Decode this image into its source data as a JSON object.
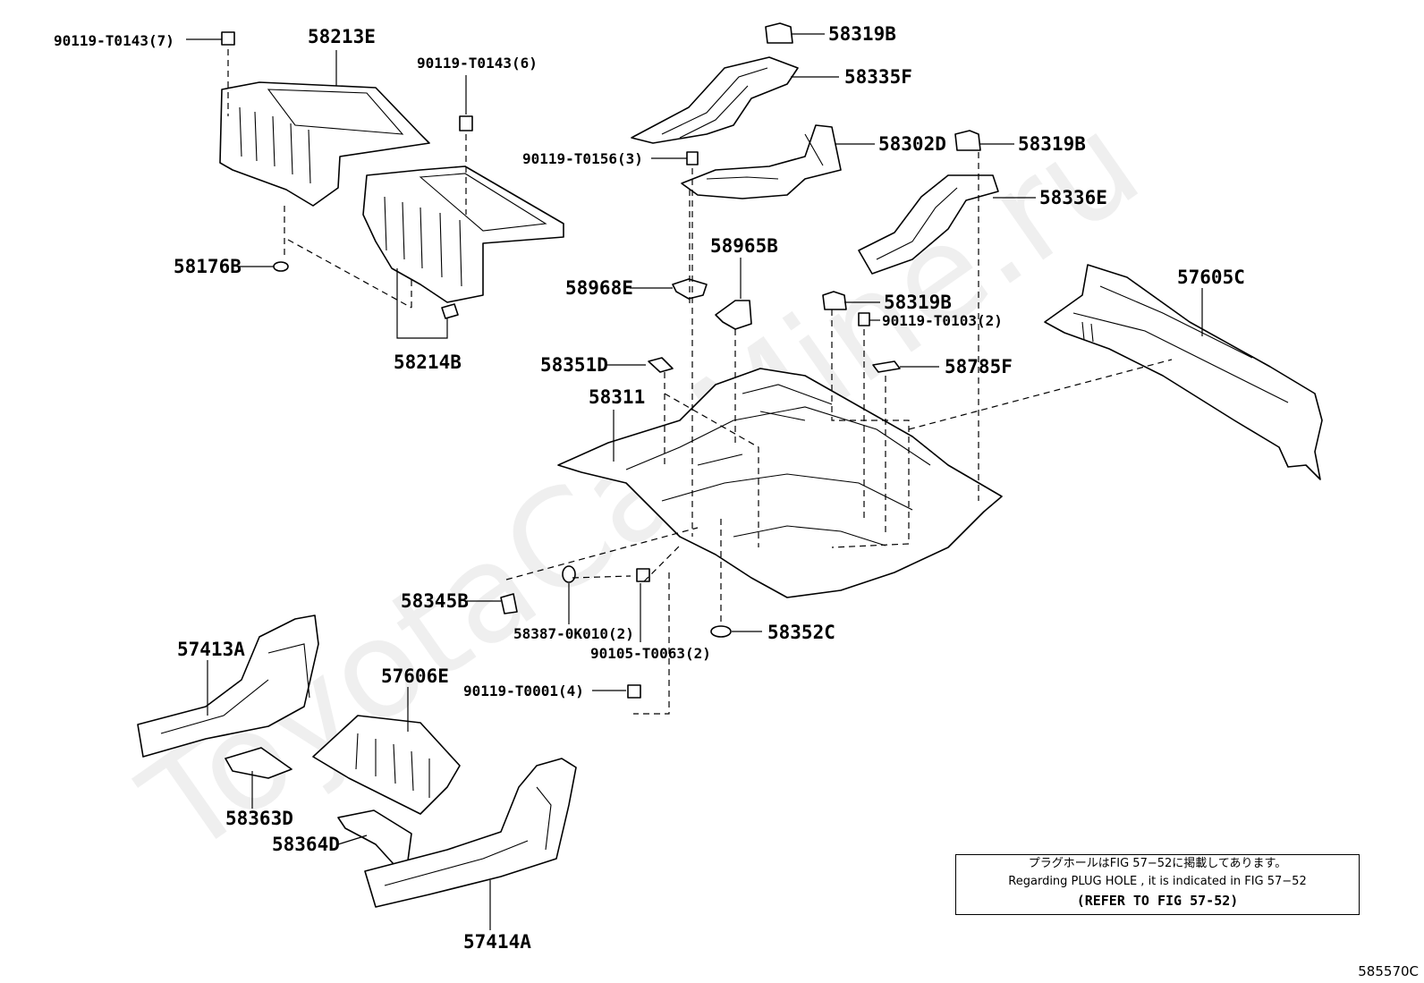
{
  "watermark": "ToyotaCarMine.ru",
  "labels": {
    "p90119_T0143_7": "90119-T0143(7)",
    "p58213E": "58213E",
    "p90119_T0143_6": "90119-T0143(6)",
    "p58176B": "58176B",
    "p58214B": "58214B",
    "p58319B_a": "58319B",
    "p58335F": "58335F",
    "p90119_T0156_3": "90119-T0156(3)",
    "p58302D": "58302D",
    "p58319B_b": "58319B",
    "p58336E": "58336E",
    "p58965B": "58965B",
    "p58968E": "58968E",
    "p58319B_c": "58319B",
    "p90119_T0103_2": "90119-T0103(2)",
    "p57605C": "57605C",
    "p58351D": "58351D",
    "p58785F": "58785F",
    "p58311": "58311",
    "p58345B": "58345B",
    "p58387_0K010_2": "58387-0K010(2)",
    "p90105_T0063_2": "90105-T0063(2)",
    "p58352C": "58352C",
    "p57413A": "57413A",
    "p57606E": "57606E",
    "p90119_T0001_4": "90119-T0001(4)",
    "p58363D": "58363D",
    "p58364D": "58364D",
    "p57414A": "57414A"
  },
  "note": {
    "line_jp": "プラグホールはFIG 57−52に掲載してあります。",
    "line_en": "Regarding  PLUG  HOLE , it is indicated in FIG  57−52",
    "line_ref": "(REFER TO FIG 57-52)"
  },
  "figure_code": "585570C"
}
